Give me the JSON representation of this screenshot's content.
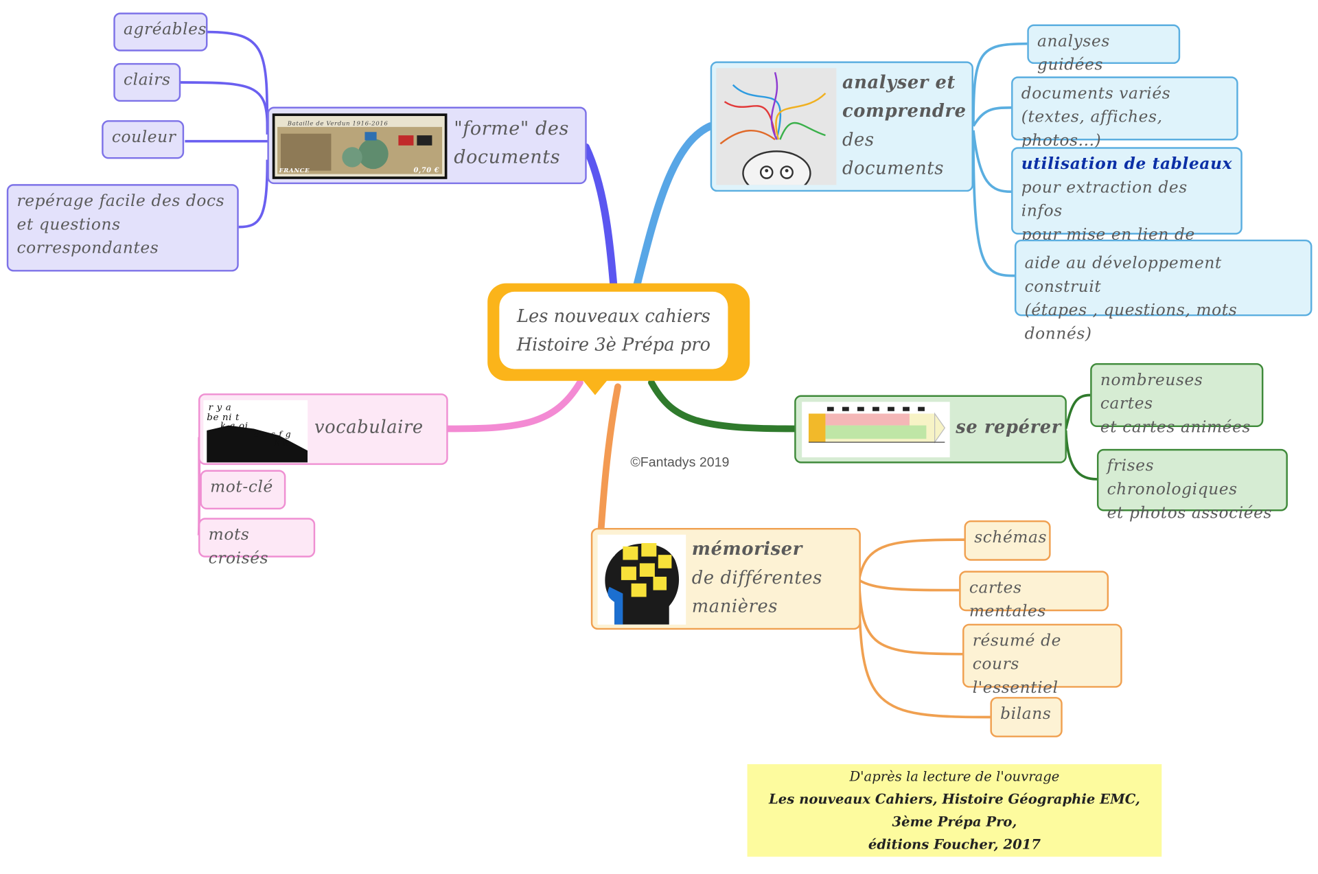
{
  "central": {
    "line1": "Les nouveaux cahiers",
    "line2": "Histoire 3è Prépa pro"
  },
  "copyright": "©Fantadys 2019",
  "forme": {
    "title_line1": "\"forme\" des",
    "title_line2": "documents",
    "children": [
      {
        "lines": [
          "agréables"
        ]
      },
      {
        "lines": [
          "clairs"
        ]
      },
      {
        "lines": [
          "couleur"
        ]
      },
      {
        "lines": [
          "repérage facile des docs",
          "et questions",
          "correspondantes"
        ]
      }
    ],
    "image": "stamp-image",
    "stamp_text": "Bataille de Verdun 1916-2016",
    "stamp_country": "FRANCE",
    "stamp_price": "0,70 €"
  },
  "analyser": {
    "title_lines": [
      "analyser et",
      "comprendre",
      "des",
      "documents"
    ],
    "image": "tangled-arrows-head-image",
    "children": [
      {
        "lines": [
          "analyses guidées"
        ]
      },
      {
        "lines": [
          "documents variés",
          "(textes, affiches, photos...)"
        ]
      },
      {
        "emphasis": "utilisation de tableaux",
        "lines": [
          "pour extraction des infos",
          "pour mise en lien de docs"
        ]
      },
      {
        "lines": [
          "aide au développement construit",
          "(étapes , questions, mots donnés)"
        ]
      }
    ]
  },
  "reperer": {
    "title": "se repérer",
    "image": "timeline-image",
    "children": [
      {
        "lines": [
          "nombreuses cartes",
          "et cartes animées"
        ]
      },
      {
        "lines": [
          "frises chronologiques",
          "et photos associées"
        ]
      }
    ]
  },
  "memoriser": {
    "title_line1": "mémoriser",
    "title_line2": "de différentes",
    "title_line3": "manières",
    "image": "head-with-notes-image",
    "children": [
      {
        "lines": [
          "schémas"
        ]
      },
      {
        "lines": [
          "cartes mentales"
        ]
      },
      {
        "lines": [
          "résumé de cours",
          "l'essentiel"
        ]
      },
      {
        "lines": [
          "bilans"
        ]
      }
    ]
  },
  "vocabulaire": {
    "title": "vocabulaire",
    "image": "letters-scatter-image",
    "children": [
      {
        "lines": [
          "mot-clé"
        ]
      },
      {
        "lines": [
          "mots croisés"
        ]
      }
    ]
  },
  "credit": {
    "line1": "D'après la lecture de l'ouvrage",
    "line2": "Les nouveaux Cahiers, Histoire Géographie EMC,",
    "line3": "3ème Prépa Pro,",
    "line4": "éditions Foucher, 2017"
  }
}
